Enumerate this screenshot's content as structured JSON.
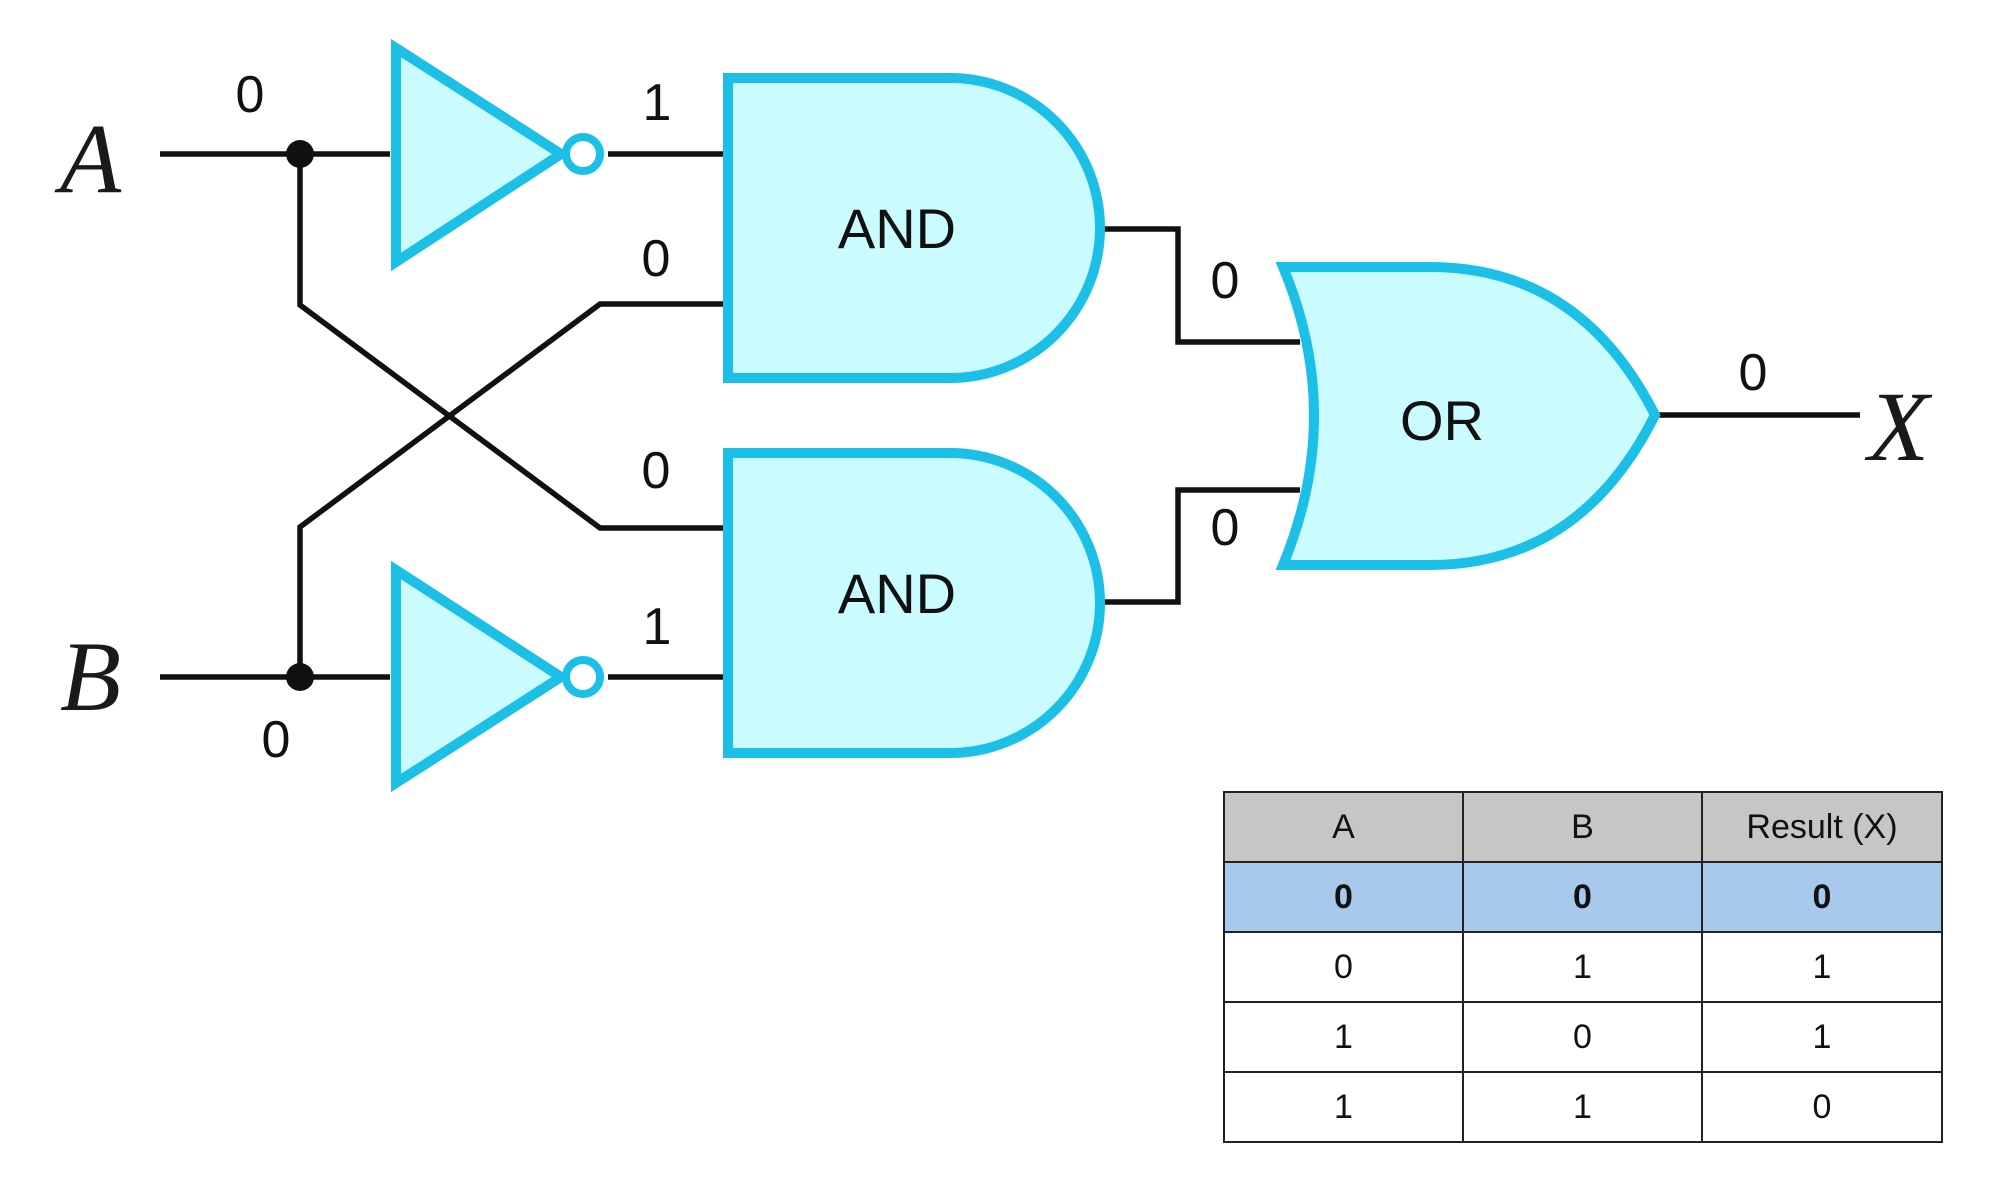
{
  "inputs": {
    "a": {
      "name": "A",
      "value": "0"
    },
    "b": {
      "name": "B",
      "value": "0"
    }
  },
  "output": {
    "name": "X",
    "value": "0"
  },
  "gates": {
    "and_top": "AND",
    "and_bottom": "AND",
    "or": "OR"
  },
  "signals": {
    "not_a_out": "1",
    "b_to_and_top": "0",
    "a_to_and_bottom": "0",
    "not_b_out": "1",
    "and_top_out": "0",
    "and_bottom_out": "0"
  },
  "colors": {
    "gate_fill": "#c9fbff",
    "gate_stroke": "#1cbfe6",
    "wire": "#111111",
    "table_header": "#c6c6c6",
    "table_highlight": "#a8c8ec"
  },
  "truth_table": {
    "headers": [
      "A",
      "B",
      "Result (X)"
    ],
    "rows": [
      [
        "0",
        "0",
        "0"
      ],
      [
        "0",
        "1",
        "1"
      ],
      [
        "1",
        "0",
        "1"
      ],
      [
        "1",
        "1",
        "0"
      ]
    ],
    "highlighted_row": 0
  }
}
